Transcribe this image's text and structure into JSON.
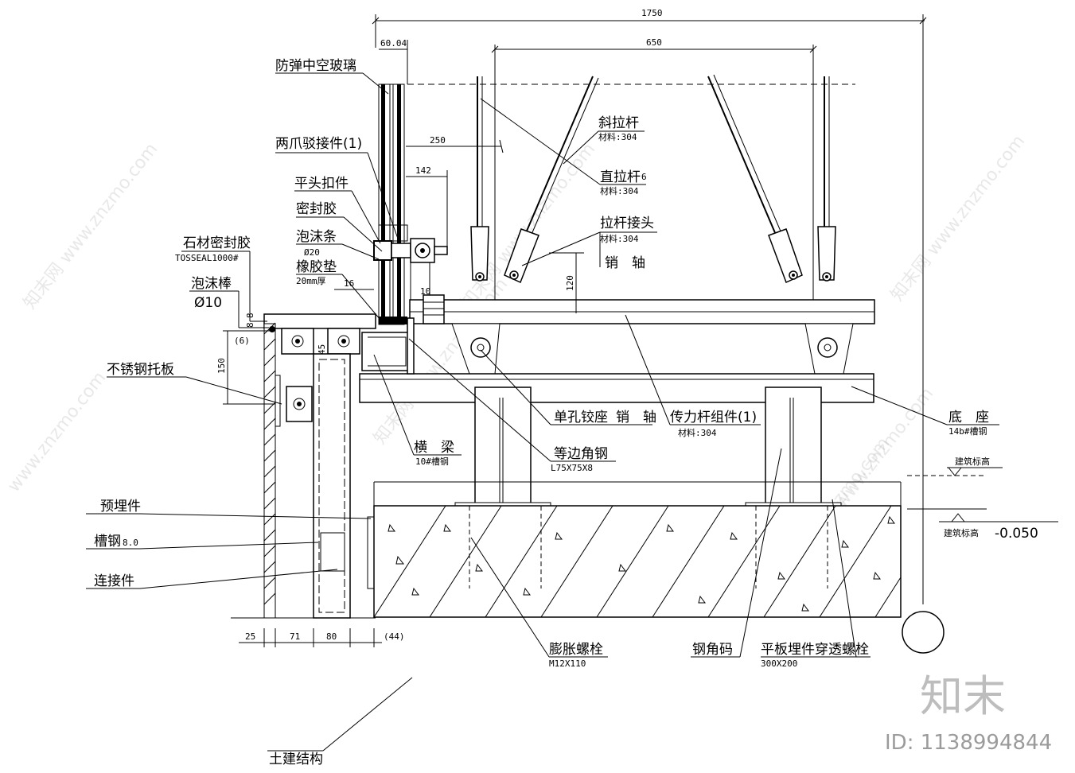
{
  "labels": {
    "glass": "防弹中空玻璃",
    "claw": "两爪驳接件(1)",
    "flat_clip": "平头扣件",
    "sealant": "密封胶",
    "foam_strip": "泡沫条",
    "foam_strip_sub": "Ø20",
    "rubber_pad": "橡胶垫",
    "rubber_pad_sub": "20mm厚",
    "stone_sealant": "石材密封胶",
    "stone_sealant_sub": "TOSSEAL1000#",
    "foam_rod": "泡沫棒",
    "foam_rod_sub": "Ø10",
    "ss_plate": "不锈钢托板",
    "beam": "横　梁",
    "beam_sub": "10#槽钢",
    "angle": "等边角钢",
    "angle_sub": "L75X75X8",
    "hinge": "单孔铰座",
    "pin_axis": "销　轴",
    "embed": "预埋件",
    "channel": "槽钢",
    "channel_sub": "8.0",
    "connector": "连接件",
    "civil": "土建结构",
    "diag_rod": "斜拉杆",
    "diag_rod_sub": "材料:304",
    "straight_rod": "直拉杆",
    "straight_rod_num": "6",
    "straight_rod_sub": "材料:304",
    "rod_joint": "拉杆接头",
    "rod_joint_sub": "材料:304",
    "pin": "销　轴",
    "force_rod": "传力杆组件(1)",
    "force_rod_sub": "材料:304",
    "base": "底　座",
    "base_sub": "14b#槽钢",
    "exp_bolt": "膨胀螺栓",
    "exp_bolt_sub": "M12X110",
    "steel_corner": "钢角码",
    "flat_embed": "平板埋件",
    "through_bolt": "穿透螺栓",
    "flat_embed_sub": "300X200",
    "elev_top": "建筑标高",
    "elev_bottom": "建筑标高",
    "elev_value": "-0.050"
  },
  "dimensions": {
    "d1750": "1750",
    "d650": "650",
    "d6004": "60.04",
    "d250": "250",
    "d142": "142",
    "d16": "16",
    "d10": "10",
    "d120": "120",
    "d150": "150",
    "d6": "(6)",
    "d8": "8",
    "d8b": "8",
    "d45": "45",
    "d25": "25",
    "d71": "71",
    "d80": "80",
    "d44": "(44)"
  },
  "watermark": {
    "brand_cn": "知末",
    "id_text": "ID: 1138994844",
    "repeat_text": "www.znzmo.com",
    "repeat_cn": "知末网"
  }
}
